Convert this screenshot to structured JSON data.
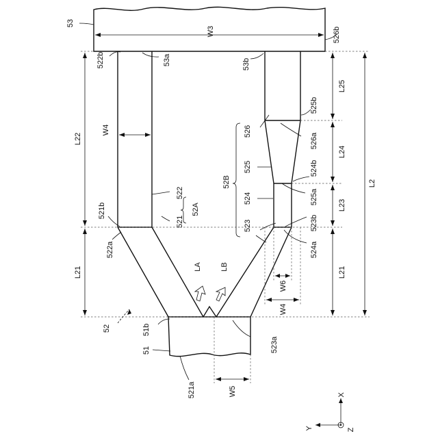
{
  "labels": {
    "n53": "53",
    "w3": "W3",
    "n526b": "526b",
    "n522b": "522b",
    "n53a": "53a",
    "n53b": "53b",
    "l25": "L25",
    "n525b": "525b",
    "w4_top": "W4",
    "l22": "L22",
    "n526": "526",
    "n526a": "526a",
    "l24": "L24",
    "n525": "525",
    "n524b": "524b",
    "n52B": "52B",
    "n524": "524",
    "n525a": "525a",
    "l23": "L23",
    "l2": "L2",
    "n522": "522",
    "n52A": "52A",
    "n521": "521",
    "n521b": "521b",
    "n523": "523",
    "n523b": "523b",
    "n522a": "522a",
    "n524a": "524a",
    "l21_left": "L21",
    "l21_right": "L21",
    "la": "LA",
    "lb": "LB",
    "w6": "W6",
    "w4_bottom": "W4",
    "n52": "52",
    "n51b": "51b",
    "n51": "51",
    "n523a": "523a",
    "n521a": "521a",
    "w5": "W5",
    "axis_x": "X",
    "axis_y": "Y",
    "axis_z": "Z"
  }
}
